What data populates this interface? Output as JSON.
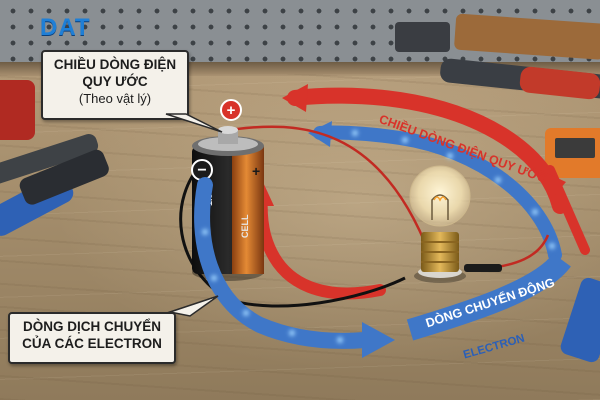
{
  "logo": {
    "text": "DAT"
  },
  "callouts": {
    "conventional": {
      "line1": "CHIỀU DÒNG ĐIỆN",
      "line2": "QUY ƯỚC",
      "line3": "(Theo vật lý)"
    },
    "electron": {
      "line1": "DÒNG DỊCH CHUYỂN",
      "line2": "CỦA CÁC ELECTRON"
    }
  },
  "arrow_labels": {
    "conventional_current": "CHIỀU DÒNG ĐIỆN QUY ƯỚC",
    "electron_flow_1": "DÒNG CHUYỂN ĐỘNG",
    "electron_flow_2": "ELECTRON"
  },
  "battery": {
    "plus": "+",
    "minus": "−",
    "voltage": "1.5V",
    "brand": "CELL"
  },
  "colors": {
    "conventional_arrow": "#d8332a",
    "electron_arrow": "#3f77c8",
    "glow": "#9fd4ff",
    "battery_copper": "#d77a2a",
    "battery_black": "#1c1c1c",
    "logo": "#1f7fd6"
  }
}
